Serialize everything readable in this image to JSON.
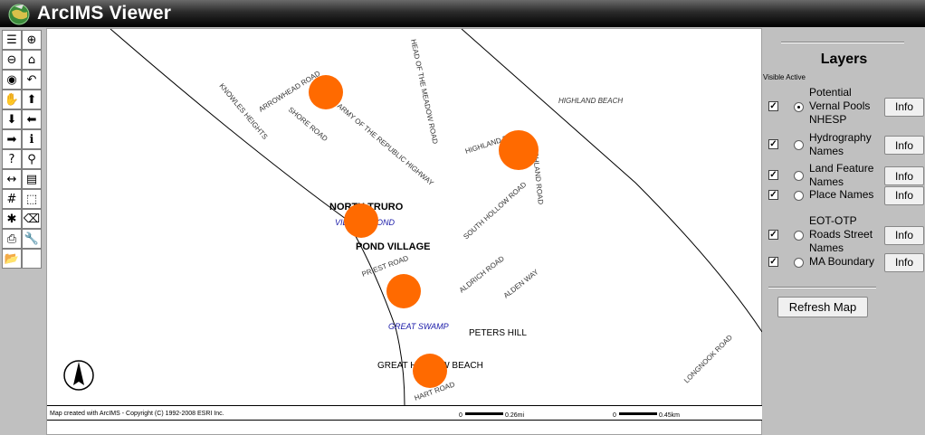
{
  "app": {
    "title": "ArcIMS Viewer"
  },
  "toolbar": {
    "tools": [
      {
        "name": "toggle-legend-tool-icon",
        "glyph": "☰"
      },
      {
        "name": "zoom-in-tool-icon",
        "glyph": "⊕"
      },
      {
        "name": "zoom-out-tool-icon",
        "glyph": "⊖"
      },
      {
        "name": "zoom-full-extent-icon",
        "glyph": "⌂"
      },
      {
        "name": "zoom-active-layer-icon",
        "glyph": "◉"
      },
      {
        "name": "back-extent-icon",
        "glyph": "↶"
      },
      {
        "name": "pan-hand-icon",
        "glyph": "✋"
      },
      {
        "name": "pan-north-arrow-icon",
        "glyph": "⬆"
      },
      {
        "name": "pan-south-arrow-icon",
        "glyph": "⬇"
      },
      {
        "name": "pan-west-arrow-icon",
        "glyph": "⬅"
      },
      {
        "name": "pan-east-arrow-icon",
        "glyph": "➡"
      },
      {
        "name": "identify-info-icon",
        "glyph": "ℹ"
      },
      {
        "name": "query-icon",
        "glyph": "?"
      },
      {
        "name": "find-binoculars-icon",
        "glyph": "⚲"
      },
      {
        "name": "measure-icon",
        "glyph": "↔"
      },
      {
        "name": "attribute-table-icon",
        "glyph": "▤"
      },
      {
        "name": "select-grid-icon",
        "glyph": "#"
      },
      {
        "name": "select-rectangle-icon",
        "glyph": "⬚"
      },
      {
        "name": "buffer-tool-icon",
        "glyph": "✱"
      },
      {
        "name": "clear-selection-eraser-icon",
        "glyph": "⌫"
      },
      {
        "name": "print-icon",
        "glyph": "⎙"
      },
      {
        "name": "options-wrench-icon",
        "glyph": "🔧"
      },
      {
        "name": "open-folder-icon",
        "glyph": "📂"
      },
      {
        "name": "blank-tool-slot",
        "glyph": ""
      }
    ]
  },
  "map": {
    "copyright": "Map created with ArcIMS - Copyright (C) 1992-2008 ESRI Inc.",
    "scale_bar_1": {
      "start": "0",
      "end": "0.26mi"
    },
    "scale_bar_2": {
      "start": "0",
      "end": "0.45km"
    },
    "north_arrow": "N",
    "marker_color": "#ff6a00",
    "labels": {
      "highland_beach": "HIGHLAND BEACH",
      "head_of_meadow_road": "HEAD OF THE MEADOW ROAD",
      "knowles_heights": "KNOWLES HEIGHTS",
      "arrowhead_road": "ARROWHEAD ROAD",
      "shore_road": "SHORE ROAD",
      "army_highway": "ARMY OF THE REPUBLIC HIGHWAY",
      "highland_road_1": "HIGHLAND ROAD",
      "highland_road_2": "HIGHLAND ROAD",
      "north_truro": "NORTH TRURO",
      "village_pond": "VILLAGE POND",
      "south_hollow_road": "SOUTH HOLLOW ROAD",
      "pond_village": "POND VILLAGE",
      "priest_road": "PRIEST ROAD",
      "aldrich_road": "ALDRICH ROAD",
      "alden_way": "ALDEN WAY",
      "great_swamp": "GREAT SWAMP",
      "peters_hill": "PETERS HILL",
      "great_hollow_beach": "GREAT HOLLOW BEACH",
      "hart_road": "HART ROAD",
      "longnook_road": "LONGNOOK ROAD"
    }
  },
  "layers_panel": {
    "title": "Layers",
    "column_header": "Visible Active",
    "layers": [
      {
        "name": "Potential Vernal Pools NHESP",
        "visible": true,
        "active": true,
        "info_label": "Info"
      },
      {
        "name": "Hydrography Names",
        "visible": true,
        "active": false,
        "info_label": "Info"
      },
      {
        "name": "Land Feature Names",
        "visible": true,
        "active": false,
        "info_label": "Info"
      },
      {
        "name": "Place Names",
        "visible": true,
        "active": false,
        "info_label": "Info"
      },
      {
        "name": "EOT-OTP Roads Street Names",
        "visible": true,
        "active": false,
        "info_label": "Info"
      },
      {
        "name": "MA Boundary",
        "visible": true,
        "active": false,
        "info_label": "Info"
      }
    ],
    "refresh_label": "Refresh Map"
  }
}
